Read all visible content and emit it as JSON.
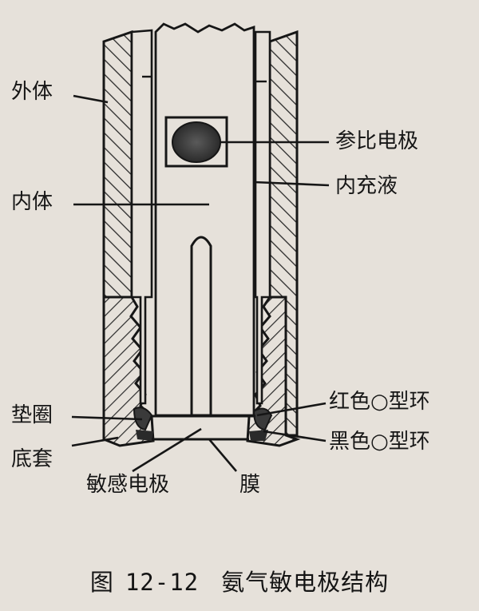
{
  "labels": {
    "outer_body": "外体",
    "inner_body": "内体",
    "reference_electrode": "参比电极",
    "inner_filling_solution": "内充液",
    "gasket": "垫圈",
    "base_sleeve": "底套",
    "red_o_ring": "红色○型环",
    "black_o_ring": "黑色○型环",
    "sensing_electrode": "敏感电极",
    "membrane": "膜"
  },
  "caption": {
    "prefix": "图",
    "number": "12-12",
    "title": "氨气敏电极结构"
  },
  "colors": {
    "background": "#e6e1da",
    "ink": "#161616",
    "hatch": "#2a2a2a",
    "reference_fill": "#3a3a3a"
  }
}
